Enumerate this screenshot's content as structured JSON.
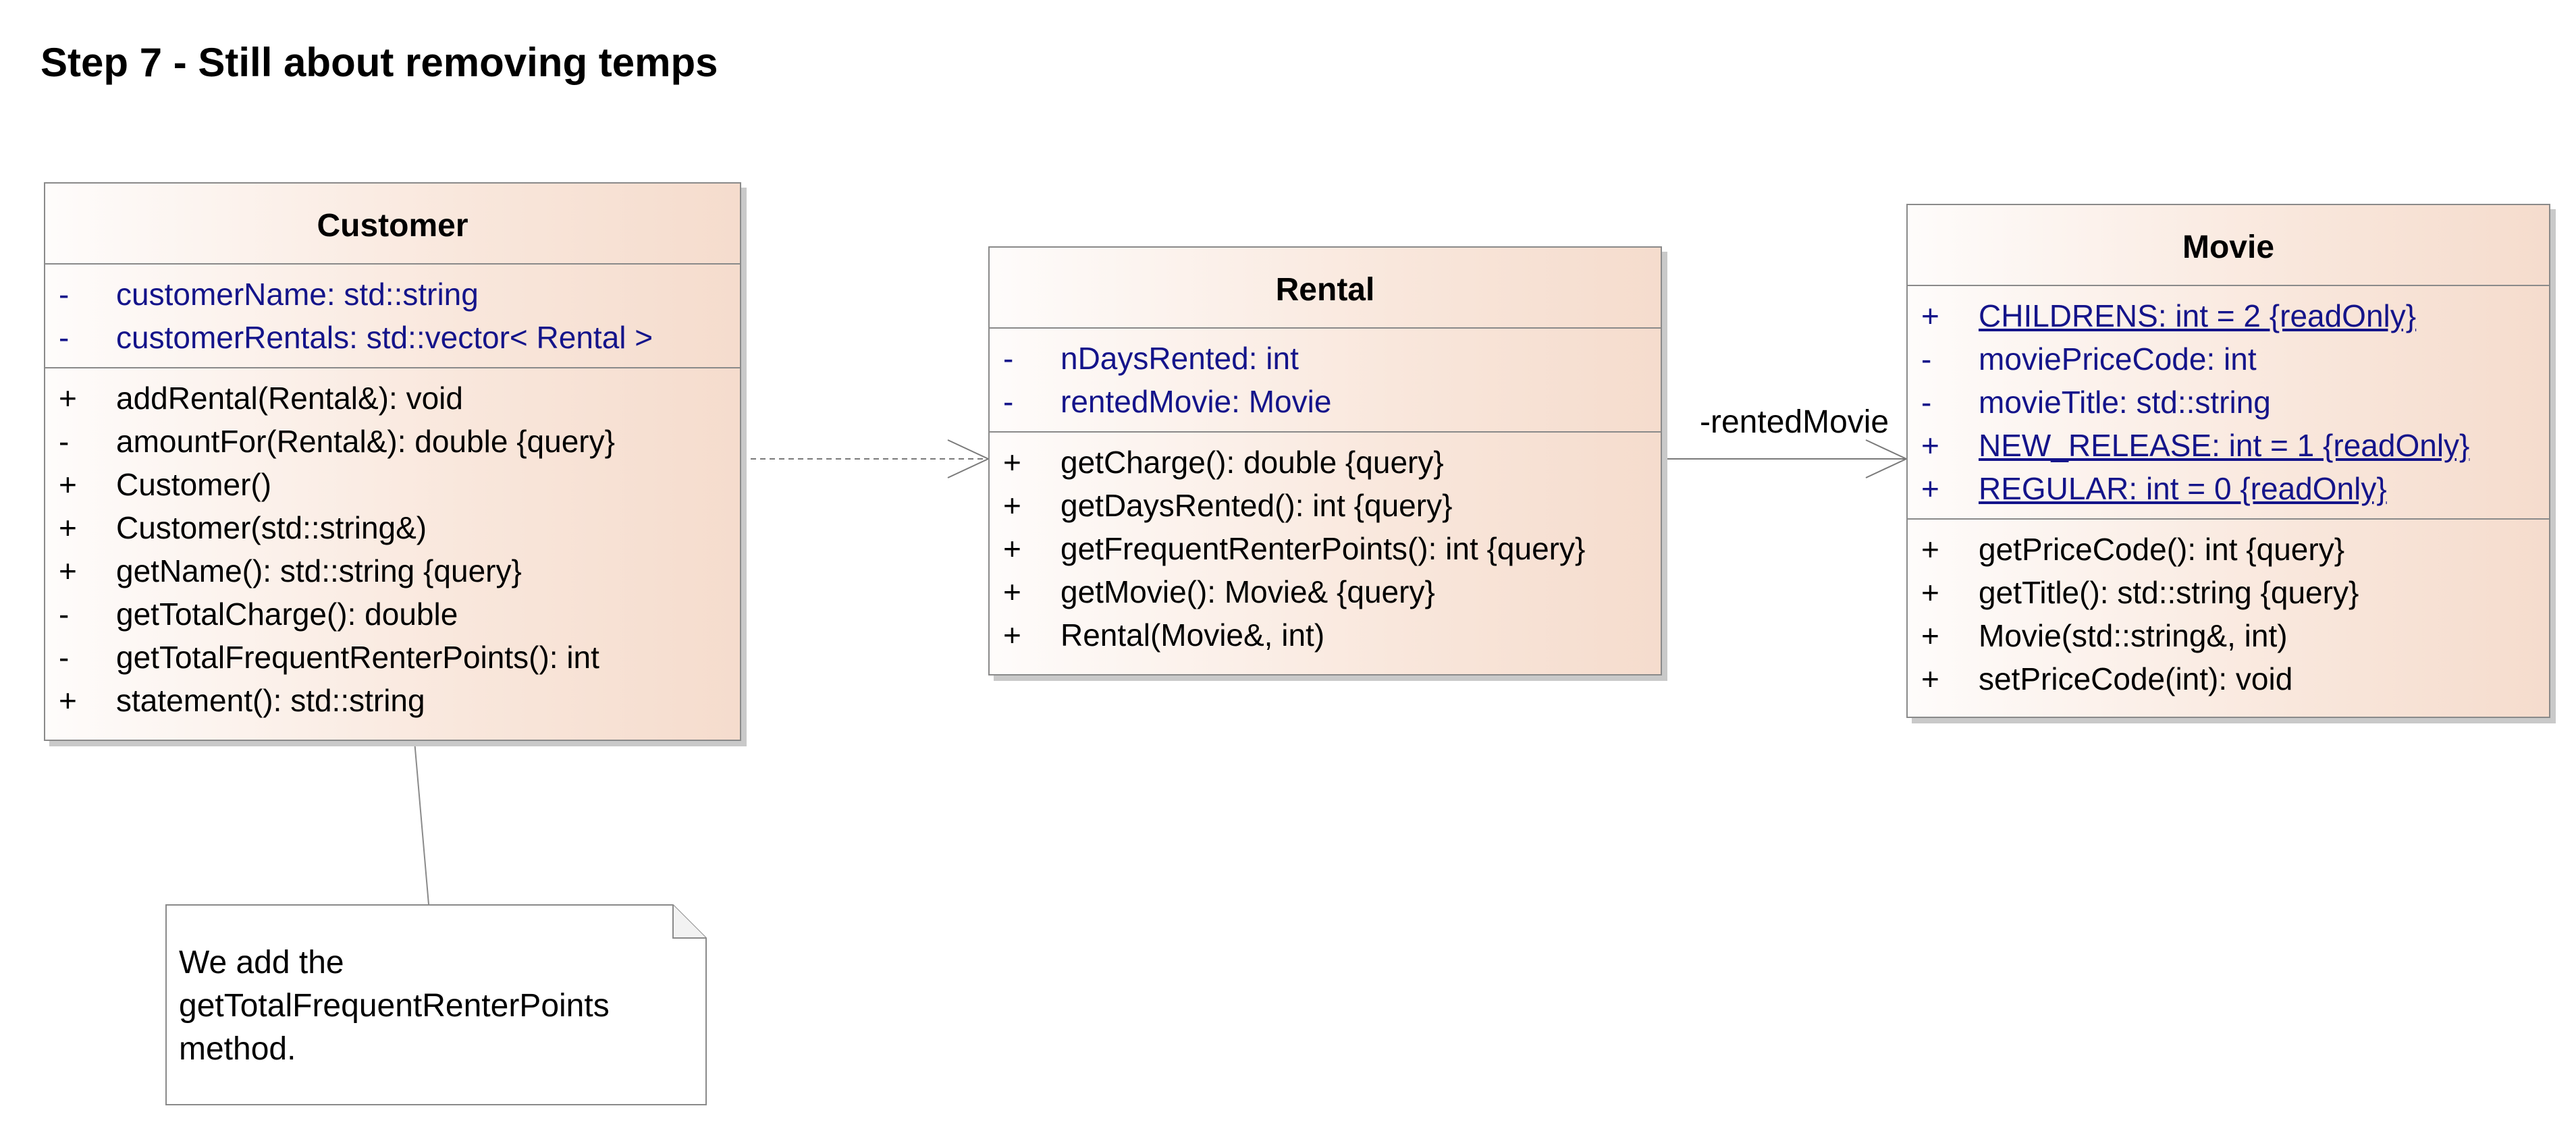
{
  "title": "Step 7 - Still about removing temps",
  "classes": {
    "customer": {
      "name": "Customer",
      "attributes": [
        {
          "vis": "-",
          "text": "customerName: std::string"
        },
        {
          "vis": "-",
          "text": "customerRentals: std::vector< Rental >"
        }
      ],
      "operations": [
        {
          "vis": "+",
          "text": "addRental(Rental&): void"
        },
        {
          "vis": "-",
          "text": "amountFor(Rental&): double {query}"
        },
        {
          "vis": "+",
          "text": "Customer()"
        },
        {
          "vis": "+",
          "text": "Customer(std::string&)"
        },
        {
          "vis": "+",
          "text": "getName(): std::string {query}"
        },
        {
          "vis": "-",
          "text": "getTotalCharge(): double"
        },
        {
          "vis": "-",
          "text": "getTotalFrequentRenterPoints(): int"
        },
        {
          "vis": "+",
          "text": "statement(): std::string"
        }
      ]
    },
    "rental": {
      "name": "Rental",
      "attributes": [
        {
          "vis": "-",
          "text": "nDaysRented: int"
        },
        {
          "vis": "-",
          "text": "rentedMovie: Movie"
        }
      ],
      "operations": [
        {
          "vis": "+",
          "text": "getCharge(): double {query}"
        },
        {
          "vis": "+",
          "text": "getDaysRented(): int {query}"
        },
        {
          "vis": "+",
          "text": "getFrequentRenterPoints(): int {query}"
        },
        {
          "vis": "+",
          "text": "getMovie(): Movie& {query}"
        },
        {
          "vis": "+",
          "text": "Rental(Movie&, int)"
        }
      ]
    },
    "movie": {
      "name": "Movie",
      "attributes": [
        {
          "vis": "+",
          "text": "CHILDRENS: int = 2 {readOnly}",
          "static": true
        },
        {
          "vis": "-",
          "text": "moviePriceCode: int"
        },
        {
          "vis": "-",
          "text": "movieTitle: std::string"
        },
        {
          "vis": "+",
          "text": "NEW_RELEASE: int = 1 {readOnly}",
          "static": true
        },
        {
          "vis": "+",
          "text": "REGULAR: int = 0 {readOnly}",
          "static": true
        }
      ],
      "operations": [
        {
          "vis": "+",
          "text": "getPriceCode(): int {query}"
        },
        {
          "vis": "+",
          "text": "getTitle(): std::string {query}"
        },
        {
          "vis": "+",
          "text": "Movie(std::string&, int)"
        },
        {
          "vis": "+",
          "text": "setPriceCode(int): void"
        }
      ]
    }
  },
  "association_label": "-rentedMovie",
  "note": {
    "lines": [
      "We add the",
      "getTotalFrequentRenterPoints",
      "method."
    ]
  },
  "colors": {
    "attribute_text": "#14148a",
    "class_fill_start": "#fefcfb",
    "class_fill_end": "#f5dccd",
    "border": "#8a8a8a"
  }
}
